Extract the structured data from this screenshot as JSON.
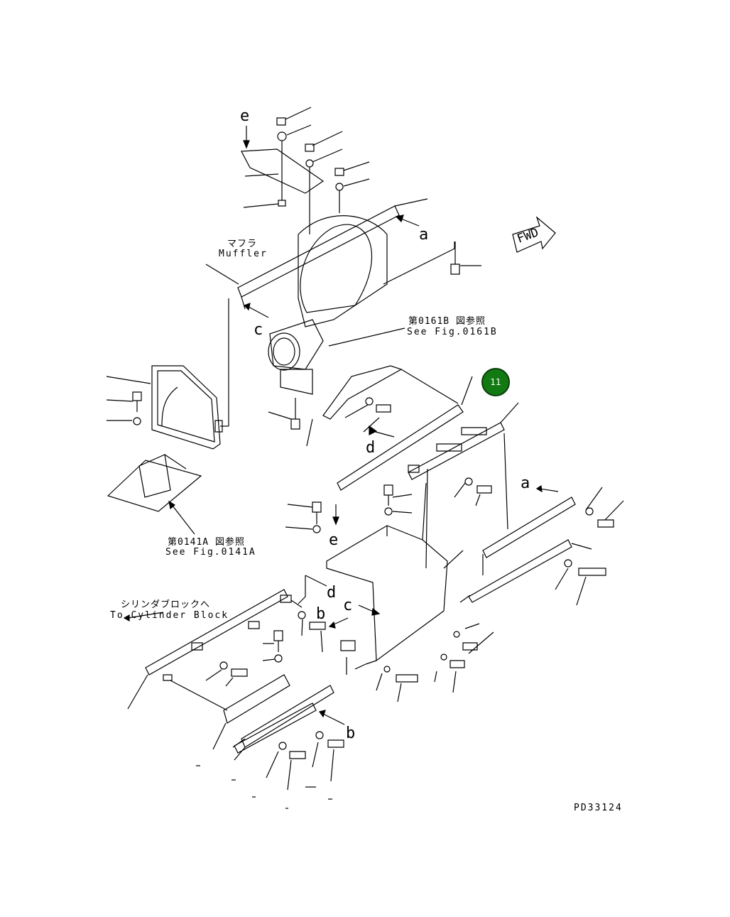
{
  "callout_letters": {
    "e_top": "e",
    "a_top": "a",
    "c_top": "c",
    "d_mid": "d",
    "a_right": "a",
    "e_mid": "e",
    "d_low": "d",
    "b_low": "b",
    "c_low": "c",
    "b_bottom": "b"
  },
  "notes": {
    "muffler_jp": "マフラ",
    "muffler_en": "Muffler",
    "fig0161b_jp": "第0161B 図参照",
    "fig0161b_en": "See Fig.0161B",
    "fig0141a_jp": "第0141A 図参照",
    "fig0141a_en": "See Fig.0141A",
    "cylinder_jp": "シリンダブロックへ",
    "cylinder_en": "To Cylinder Block",
    "fwd": "FWD"
  },
  "badge": {
    "label": "11",
    "color": "#137a13"
  },
  "drawing_code": "PD33124"
}
